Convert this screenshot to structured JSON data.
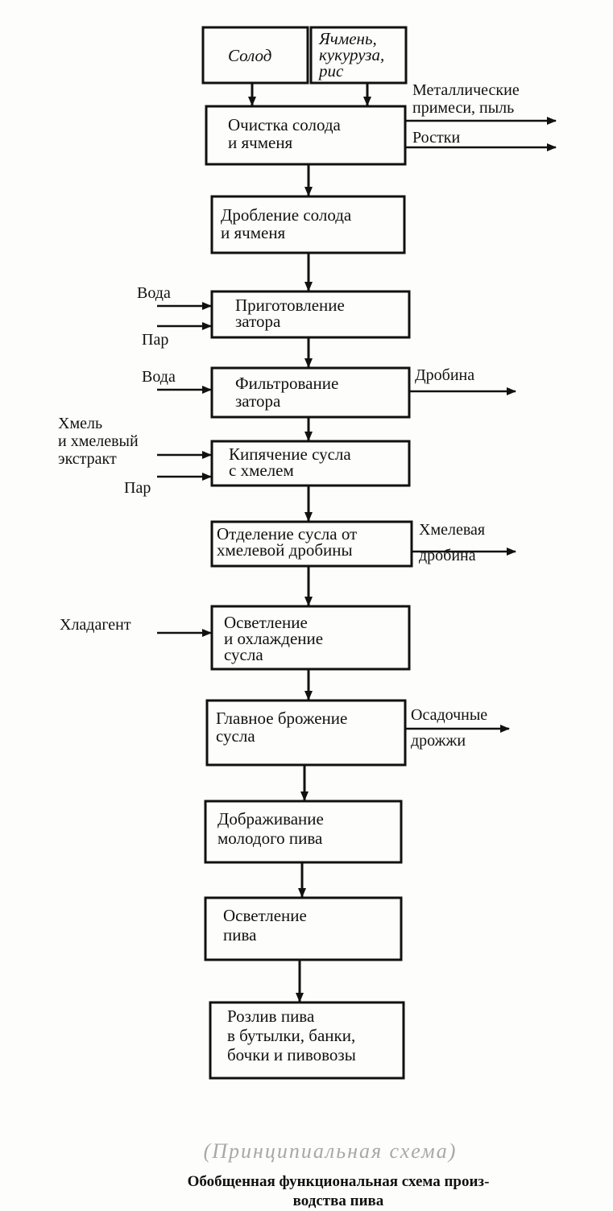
{
  "boxes": [
    {
      "id": "malt",
      "lines": [
        "Солод"
      ],
      "italic": true
    },
    {
      "id": "grain",
      "lines": [
        "Ячмень,",
        "кукуруза,",
        "рис"
      ],
      "italic": true
    },
    {
      "id": "cleaning",
      "lines": [
        "Очистка солода",
        "и ячменя"
      ]
    },
    {
      "id": "crushing",
      "lines": [
        "Дробление солода",
        "и ячменя"
      ]
    },
    {
      "id": "mashing",
      "lines": [
        "Приготовление",
        "затора"
      ]
    },
    {
      "id": "filtering",
      "lines": [
        "Фильтрование",
        "затора"
      ]
    },
    {
      "id": "boiling",
      "lines": [
        "Кипячение сусла",
        "с хмелем"
      ]
    },
    {
      "id": "separation",
      "lines": [
        "Отделение сусла от",
        "хмелевой дробины"
      ]
    },
    {
      "id": "clarification",
      "lines": [
        "Осветление",
        "и охлаждение",
        "сусла"
      ]
    },
    {
      "id": "fermentation",
      "lines": [
        "Главное брожение",
        "сусла"
      ]
    },
    {
      "id": "maturation",
      "lines": [
        "Дображивание",
        "молодого пива"
      ]
    },
    {
      "id": "beer_clarification",
      "lines": [
        "Осветление",
        "пива"
      ]
    },
    {
      "id": "bottling",
      "lines": [
        "Розлив пива",
        "в бутылки, банки,",
        "бочки и пивовозы"
      ]
    }
  ],
  "inputs": [
    {
      "id": "water1",
      "target": "mashing",
      "lines": [
        "Вода"
      ]
    },
    {
      "id": "steam1",
      "target": "mashing",
      "lines": [
        "Пар"
      ]
    },
    {
      "id": "water2",
      "target": "filtering",
      "lines": [
        "Вода"
      ]
    },
    {
      "id": "hops",
      "target": "boiling",
      "lines": [
        "Хмель",
        "и хмелевый",
        "экстракт"
      ]
    },
    {
      "id": "steam2",
      "target": "boiling",
      "lines": [
        "Пар"
      ]
    },
    {
      "id": "coolant",
      "target": "clarification",
      "lines": [
        "Хладагент"
      ]
    }
  ],
  "outputs": [
    {
      "id": "metal",
      "source": "cleaning",
      "lines": [
        "Металлические",
        "примеси, пыль"
      ]
    },
    {
      "id": "sprouts",
      "source": "cleaning",
      "lines": [
        "Ростки"
      ]
    },
    {
      "id": "spent_grain",
      "source": "filtering",
      "lines": [
        "Дробина"
      ]
    },
    {
      "id": "hop_spent",
      "source": "separation",
      "lines": [
        "Хмелевая",
        "дробина"
      ]
    },
    {
      "id": "yeast",
      "source": "fermentation",
      "lines": [
        "Осадочные",
        "дрожжи"
      ]
    }
  ],
  "caption": {
    "line1": "Обобщенная функциональная схема произ-",
    "line2": "водства пива"
  },
  "handwritten_note": "(Принципиальная схема)"
}
